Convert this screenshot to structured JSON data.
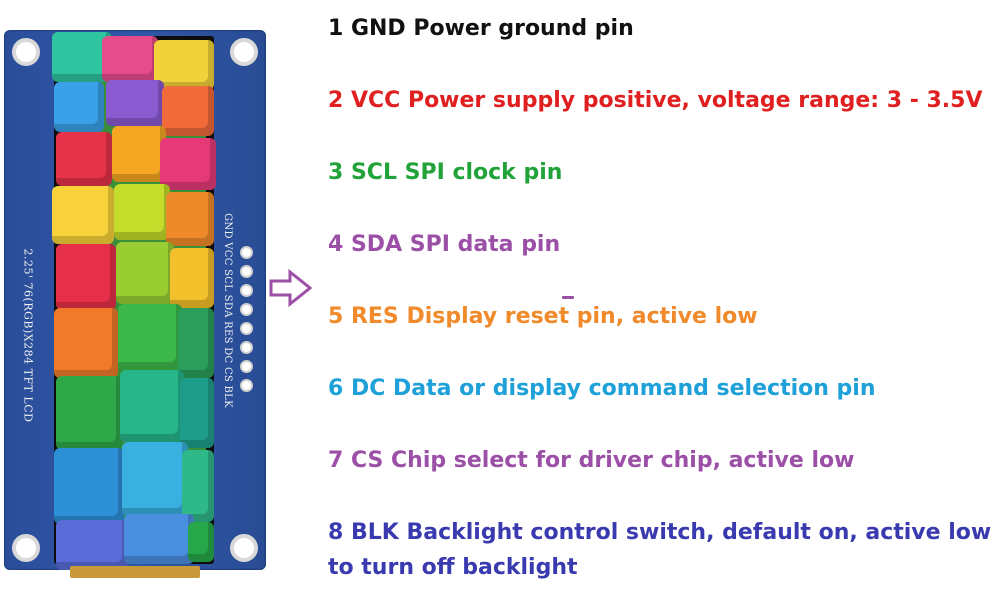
{
  "module": {
    "silkscreen_label": "2.25' 76(RGB)X284 TFT LCD",
    "pin_header_labels": "GND VCC SCL SDA RES DC CS BLK"
  },
  "pins": [
    {
      "text": "1 GND Power ground pin",
      "color": "#111111"
    },
    {
      "text": "2 VCC Power supply positive, voltage range: 3 - 3.5V",
      "color": "#e02020"
    },
    {
      "text": "3 SCL SPI clock pin",
      "color": "#22a33a"
    },
    {
      "text": "4 SDA SPI data pin",
      "color": "#9b4fa6"
    },
    {
      "text": "5 RES Display reset pin, active low",
      "color": "#f08a2a"
    },
    {
      "text": "6 DC Data or display command selection pin",
      "color": "#1ea0d8"
    },
    {
      "text": "7 CS Chip select for driver chip, active low",
      "color": "#9b4fa6"
    },
    {
      "text": "8 BLK Backlight control switch, default on, active low",
      "color": "#3a3ab0"
    }
  ],
  "pin8_continuation": "to turn off backlight",
  "arrow_icon": "right-arrow-outline-icon",
  "colors": {
    "board": "#2f57a6",
    "arrow": "#9b4fa6"
  }
}
